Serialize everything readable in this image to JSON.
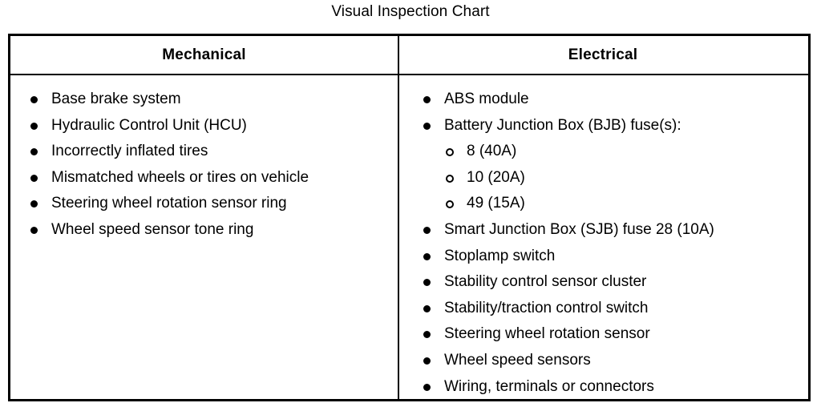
{
  "title": "Visual Inspection Chart",
  "colors": {
    "text": "#000000",
    "background": "#ffffff",
    "border": "#000000"
  },
  "table": {
    "columns": [
      {
        "header": "Mechanical",
        "items": [
          {
            "bullet": "filled-bullet-icon",
            "text": "Base brake system"
          },
          {
            "bullet": "filled-bullet-icon",
            "text": "Hydraulic Control Unit (HCU)"
          },
          {
            "bullet": "filled-bullet-icon",
            "text": "Incorrectly inflated tires"
          },
          {
            "bullet": "filled-bullet-icon",
            "text": "Mismatched wheels or tires on vehicle"
          },
          {
            "bullet": "filled-bullet-icon",
            "text": "Steering wheel rotation sensor ring"
          },
          {
            "bullet": "filled-bullet-icon",
            "text": "Wheel speed sensor tone ring"
          }
        ]
      },
      {
        "header": "Electrical",
        "items": [
          {
            "bullet": "filled-bullet-icon",
            "text": "ABS module"
          },
          {
            "bullet": "filled-bullet-icon",
            "text": "Battery Junction Box (BJB) fuse(s):",
            "subitems": [
              {
                "bullet": "hollow-bullet-icon",
                "text": "8 (40A)"
              },
              {
                "bullet": "hollow-bullet-icon",
                "text": "10 (20A)"
              },
              {
                "bullet": "hollow-bullet-icon",
                "text": "49 (15A)"
              }
            ]
          },
          {
            "bullet": "filled-bullet-icon",
            "text": "Smart Junction Box (SJB) fuse 28 (10A)"
          },
          {
            "bullet": "filled-bullet-icon",
            "text": "Stoplamp switch"
          },
          {
            "bullet": "filled-bullet-icon",
            "text": "Stability control sensor cluster"
          },
          {
            "bullet": "filled-bullet-icon",
            "text": "Stability/traction control switch"
          },
          {
            "bullet": "filled-bullet-icon",
            "text": "Steering wheel rotation sensor"
          },
          {
            "bullet": "filled-bullet-icon",
            "text": "Wheel speed sensors"
          },
          {
            "bullet": "filled-bullet-icon",
            "text": "Wiring, terminals or connectors"
          }
        ]
      }
    ]
  }
}
